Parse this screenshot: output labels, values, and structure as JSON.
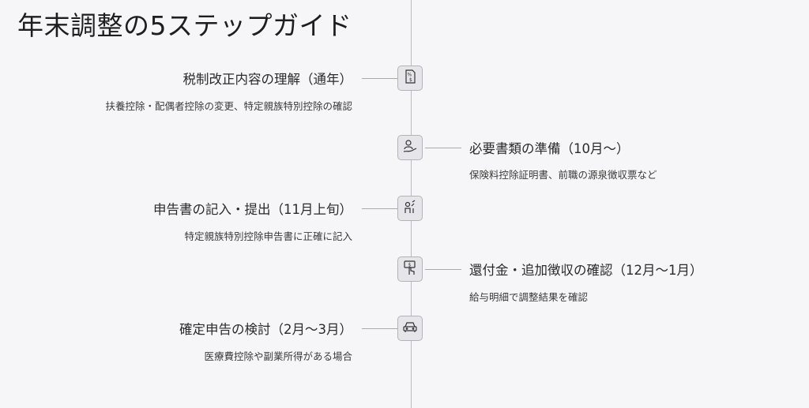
{
  "title": "年末調整の5ステップガイド",
  "steps": [
    {
      "title": "税制改正内容の理解（通年）",
      "desc": "扶養控除・配偶者控除の変更、特定親族特別控除の確認",
      "side": "left",
      "icon": "percent-document-icon"
    },
    {
      "title": "必要書類の準備（10月〜）",
      "desc": "保険料控除証明書、前職の源泉徴収票など",
      "side": "right",
      "icon": "person-hand-icon"
    },
    {
      "title": "申告書の記入・提出（11月上旬）",
      "desc": "特定親族特別控除申告書に正確に記入",
      "side": "left",
      "icon": "person-writing-icon"
    },
    {
      "title": "還付金・追加徴収の確認（12月〜1月）",
      "desc": "給与明細で調整結果を確認",
      "side": "right",
      "icon": "hand-money-icon"
    },
    {
      "title": "確定申告の検討（2月〜3月）",
      "desc": "医療費控除や副業所得がある場合",
      "side": "left",
      "icon": "car-icon"
    }
  ]
}
